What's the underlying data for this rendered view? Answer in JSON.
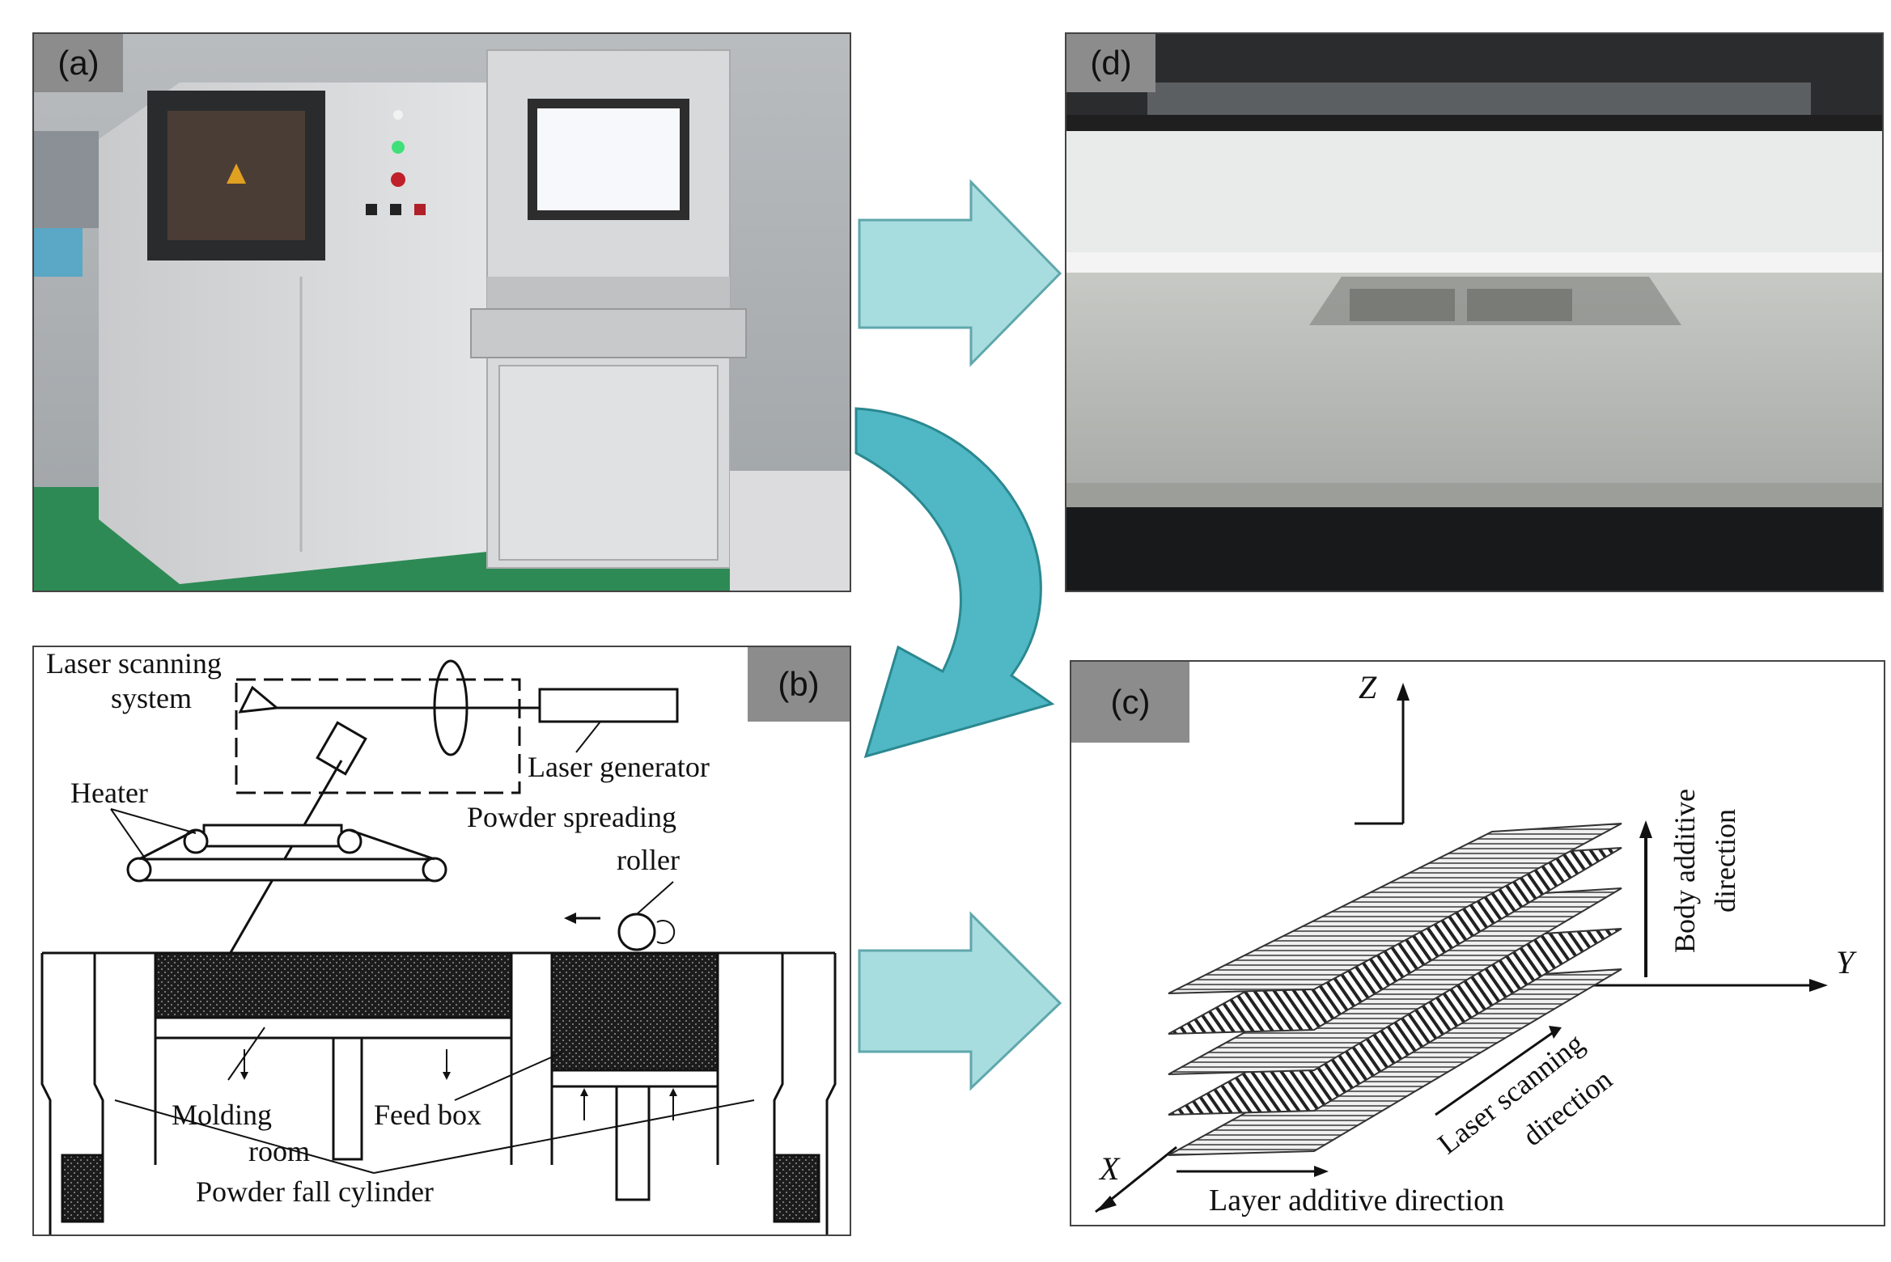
{
  "panels": {
    "a": {
      "tag": "(a)"
    },
    "b": {
      "tag": "(b)",
      "labels": {
        "laser_scanning_1": "Laser scanning",
        "laser_scanning_2": "system",
        "laser_generator": "Laser generator",
        "heater": "Heater",
        "powder_spreading_1": "Powder spreading",
        "powder_spreading_2": "roller",
        "molding_1": "Molding",
        "molding_2": "room",
        "feed_box": "Feed box",
        "powder_fall": "Powder fall cylinder"
      }
    },
    "c": {
      "tag": "(c)",
      "labels": {
        "z": "Z",
        "y": "Y",
        "x": "X",
        "body_additive_1": "Body additive",
        "body_additive_2": "direction",
        "laser_scanning_1": "Laser scanning",
        "laser_scanning_2": "direction",
        "layer_additive": "Layer additive direction"
      }
    },
    "d": {
      "tag": "(d)"
    }
  },
  "colors": {
    "arrow_fill": "#a8dde0",
    "curve_arrow_fill": "#4fb8c4",
    "tag_bg": "#8c8c8c",
    "machine_body": "#d9dadb",
    "floor": "#2e8a55",
    "powder": "#c9cbc6"
  },
  "icons": [
    "right-arrow-icon",
    "curved-arrow-icon"
  ]
}
